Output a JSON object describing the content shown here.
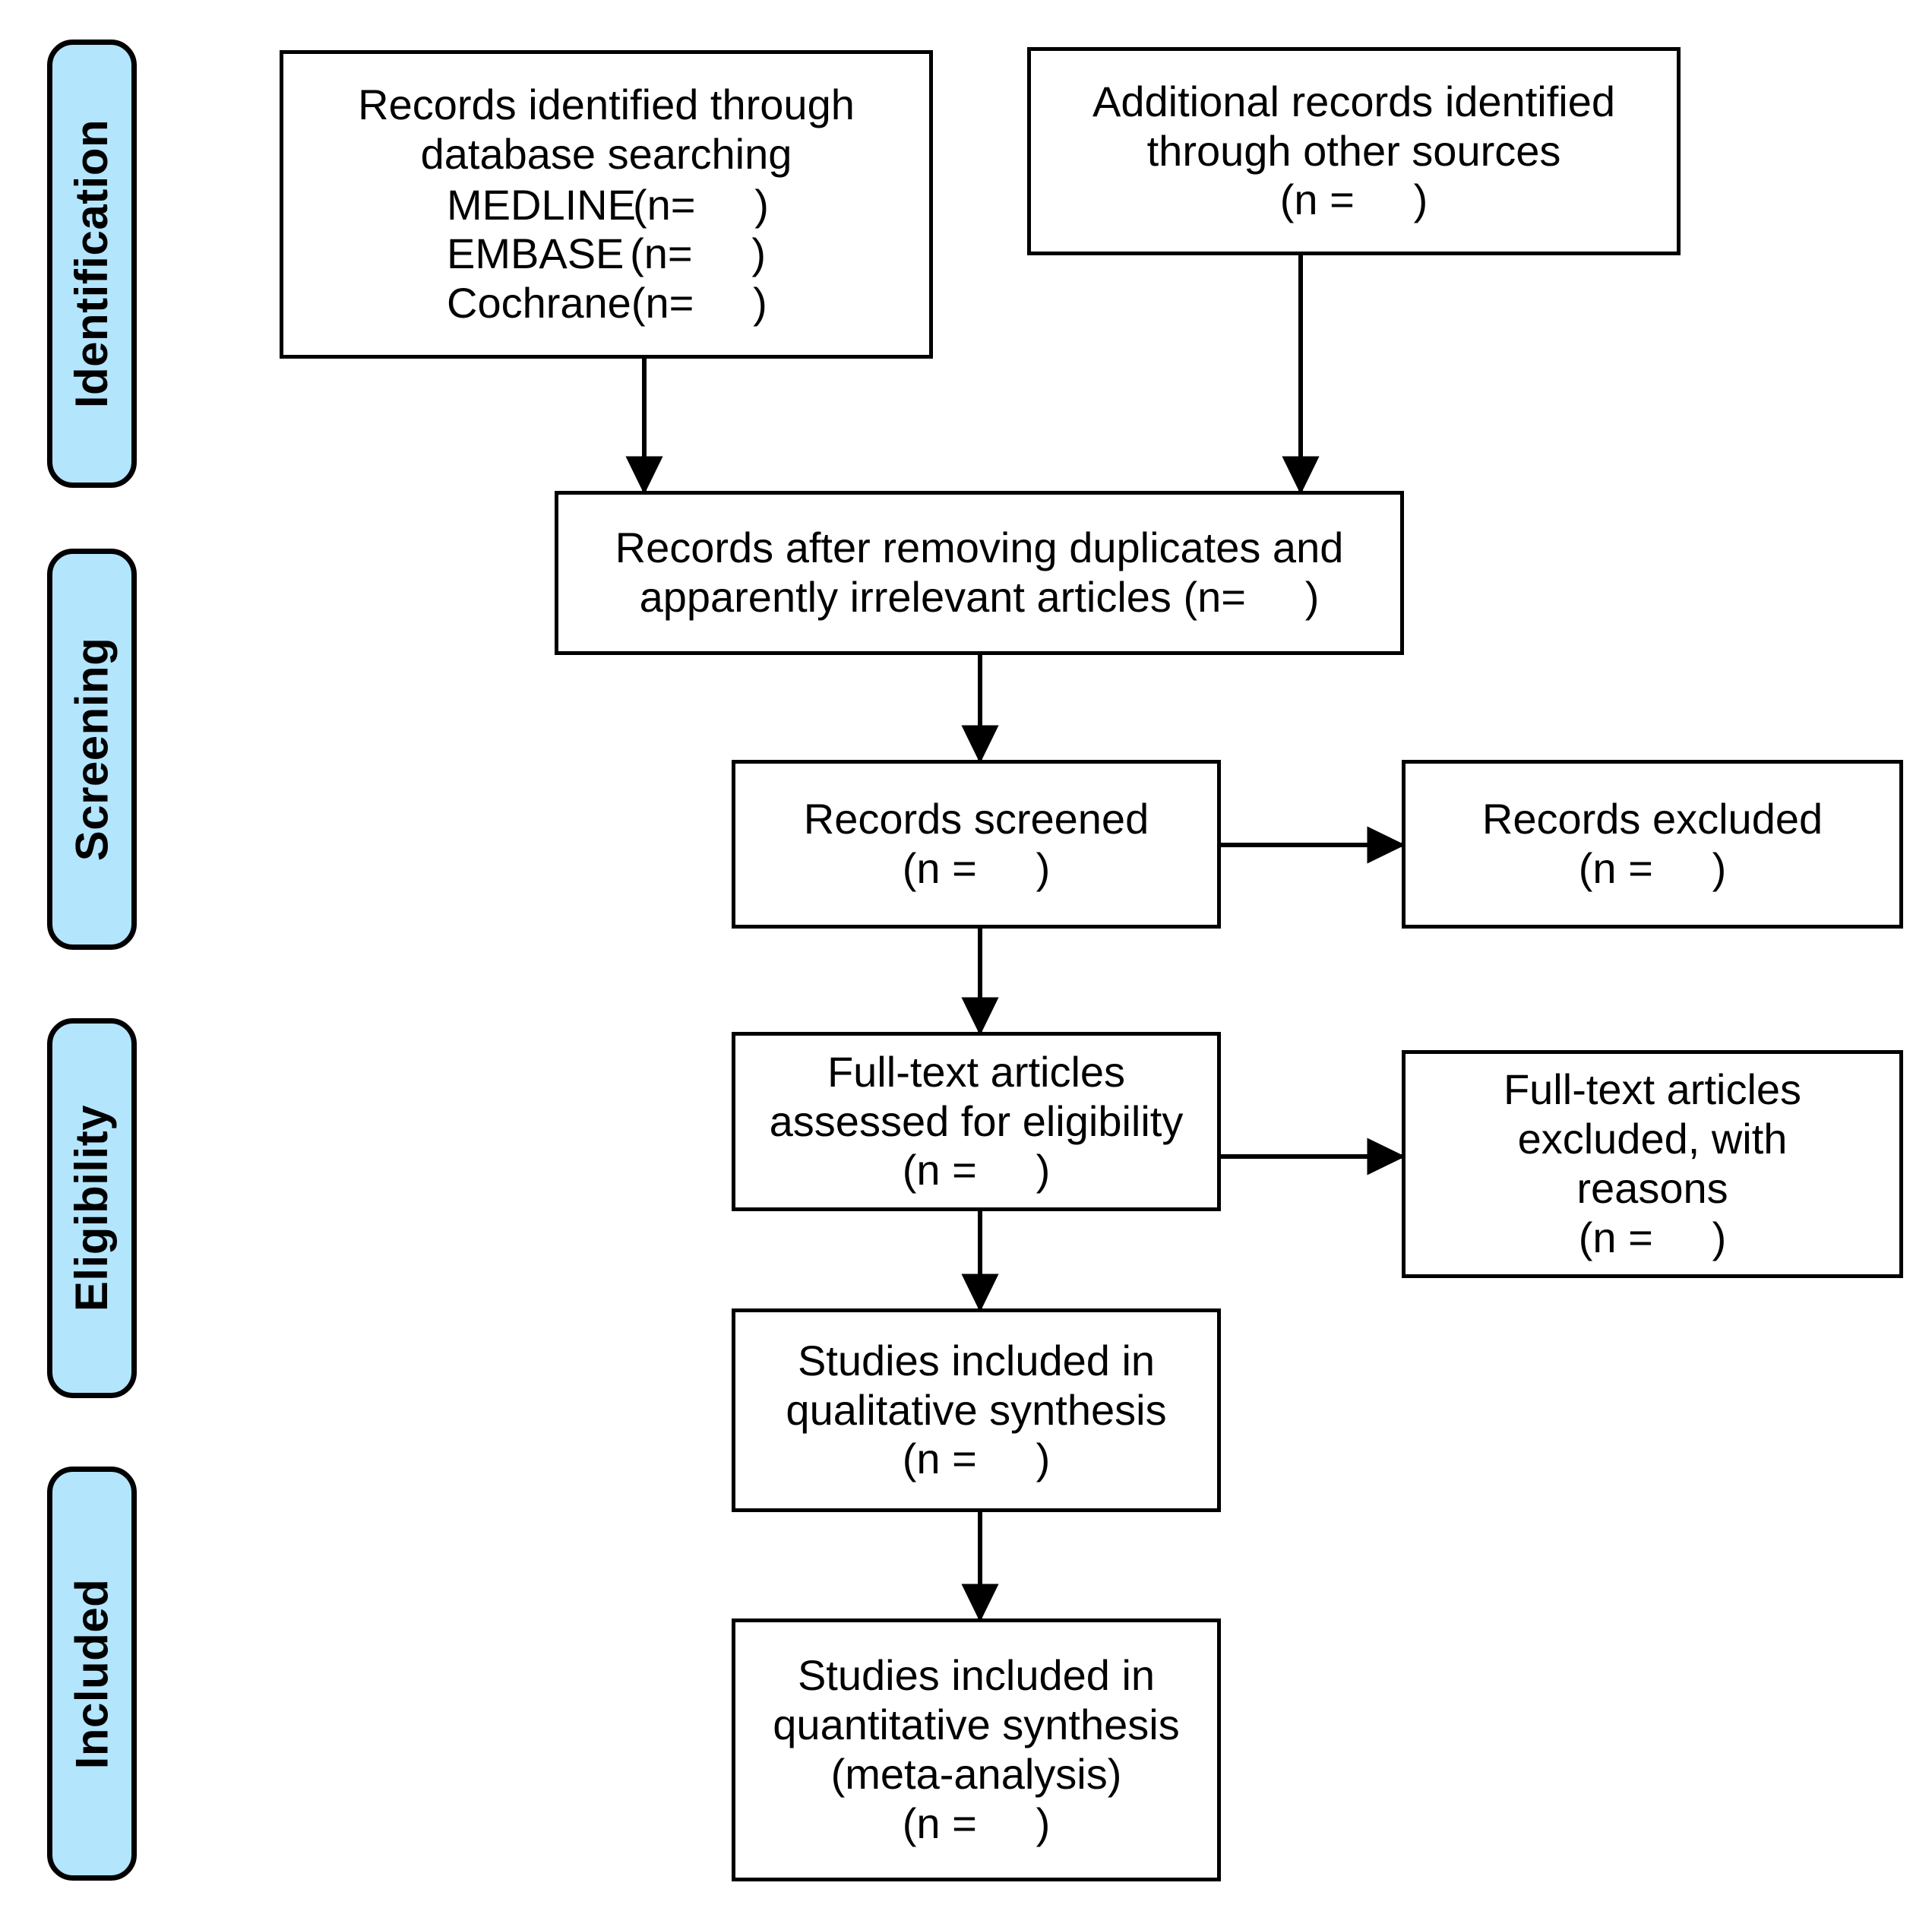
{
  "diagram": {
    "title": "PRISMA flow diagram",
    "accent_color": "#b3e5fc",
    "border_color": "#000000",
    "background_color": "#ffffff"
  },
  "phases": [
    {
      "label": "Identification"
    },
    {
      "label": "Screening"
    },
    {
      "label": "Eligibility"
    },
    {
      "label": "Included"
    }
  ],
  "boxes": {
    "identified_database": {
      "line1": "Records identified through",
      "line2": "database searching",
      "sources": [
        {
          "name": "MEDLINE",
          "count": "(n=     )"
        },
        {
          "name": "EMBASE",
          "count": "(n=     )"
        },
        {
          "name": "Cochrane",
          "count": "(n=     )"
        }
      ]
    },
    "identified_other": {
      "line1": "Additional records identified",
      "line2": "through other sources",
      "line3": "(n =     )"
    },
    "after_duplicates": {
      "line1": "Records after removing duplicates and",
      "line2": "apparently irrelevant articles (n=     )"
    },
    "records_screened": {
      "line1": "Records screened",
      "line2": "(n =     )"
    },
    "records_excluded": {
      "line1": "Records excluded",
      "line2": "(n =     )"
    },
    "fulltext_assessed": {
      "line1": "Full-text articles",
      "line2": "assessed for eligibility",
      "line3": "(n =     )"
    },
    "fulltext_excluded": {
      "line1": "Full-text articles",
      "line2": "excluded, with",
      "line3": "reasons",
      "line4": "(n =     )"
    },
    "qualitative": {
      "line1": "Studies included in",
      "line2": "qualitative synthesis",
      "line3": "(n =     )"
    },
    "quantitative": {
      "line1": "Studies included in",
      "line2": "quantitative synthesis",
      "line3": "(meta-analysis)",
      "line4": "(n =     )"
    }
  }
}
